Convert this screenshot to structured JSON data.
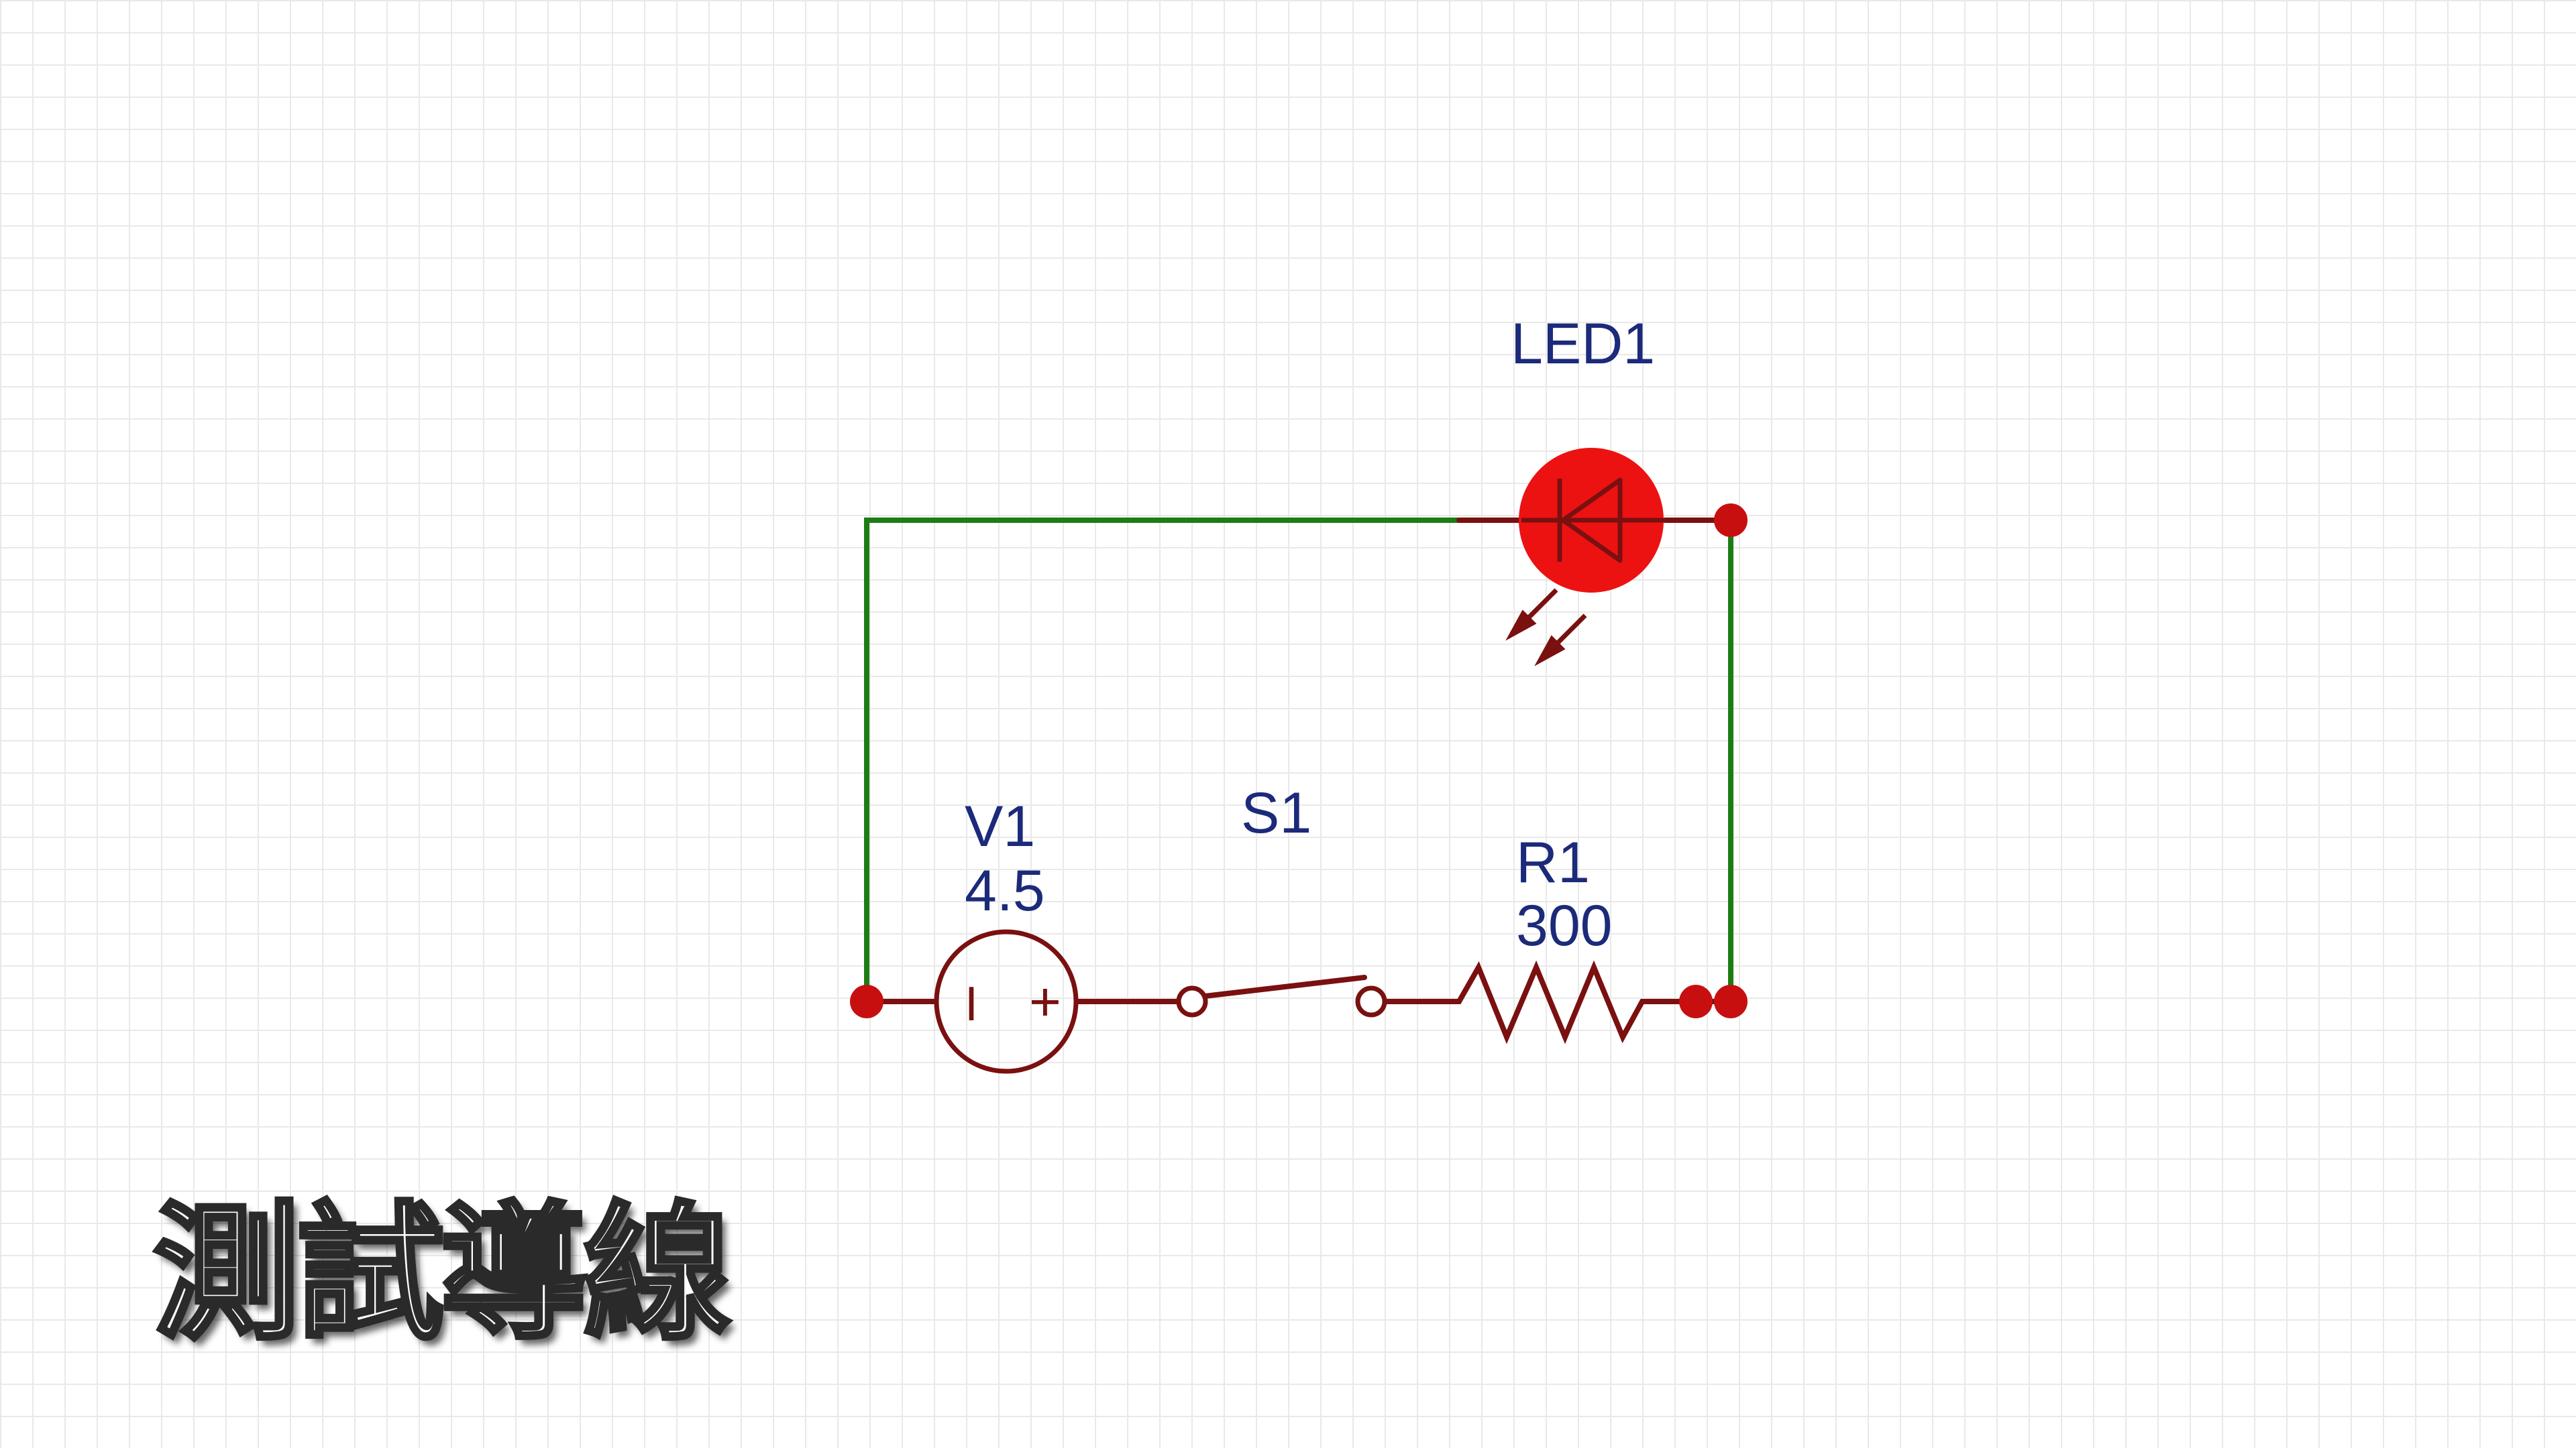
{
  "colors": {
    "wire": "#1b7d14",
    "component": "#7a1010",
    "node": "#c80f0f",
    "led_lit": "#ec1212",
    "label": "#1c2a7a"
  },
  "components": {
    "led": {
      "ref": "LED1"
    },
    "battery": {
      "ref": "V1",
      "value": "4.5",
      "minus_sign": "I",
      "plus_sign": "+"
    },
    "switch": {
      "ref": "S1"
    },
    "resistor": {
      "ref": "R1",
      "value": "300"
    }
  },
  "caption": "測試導線"
}
